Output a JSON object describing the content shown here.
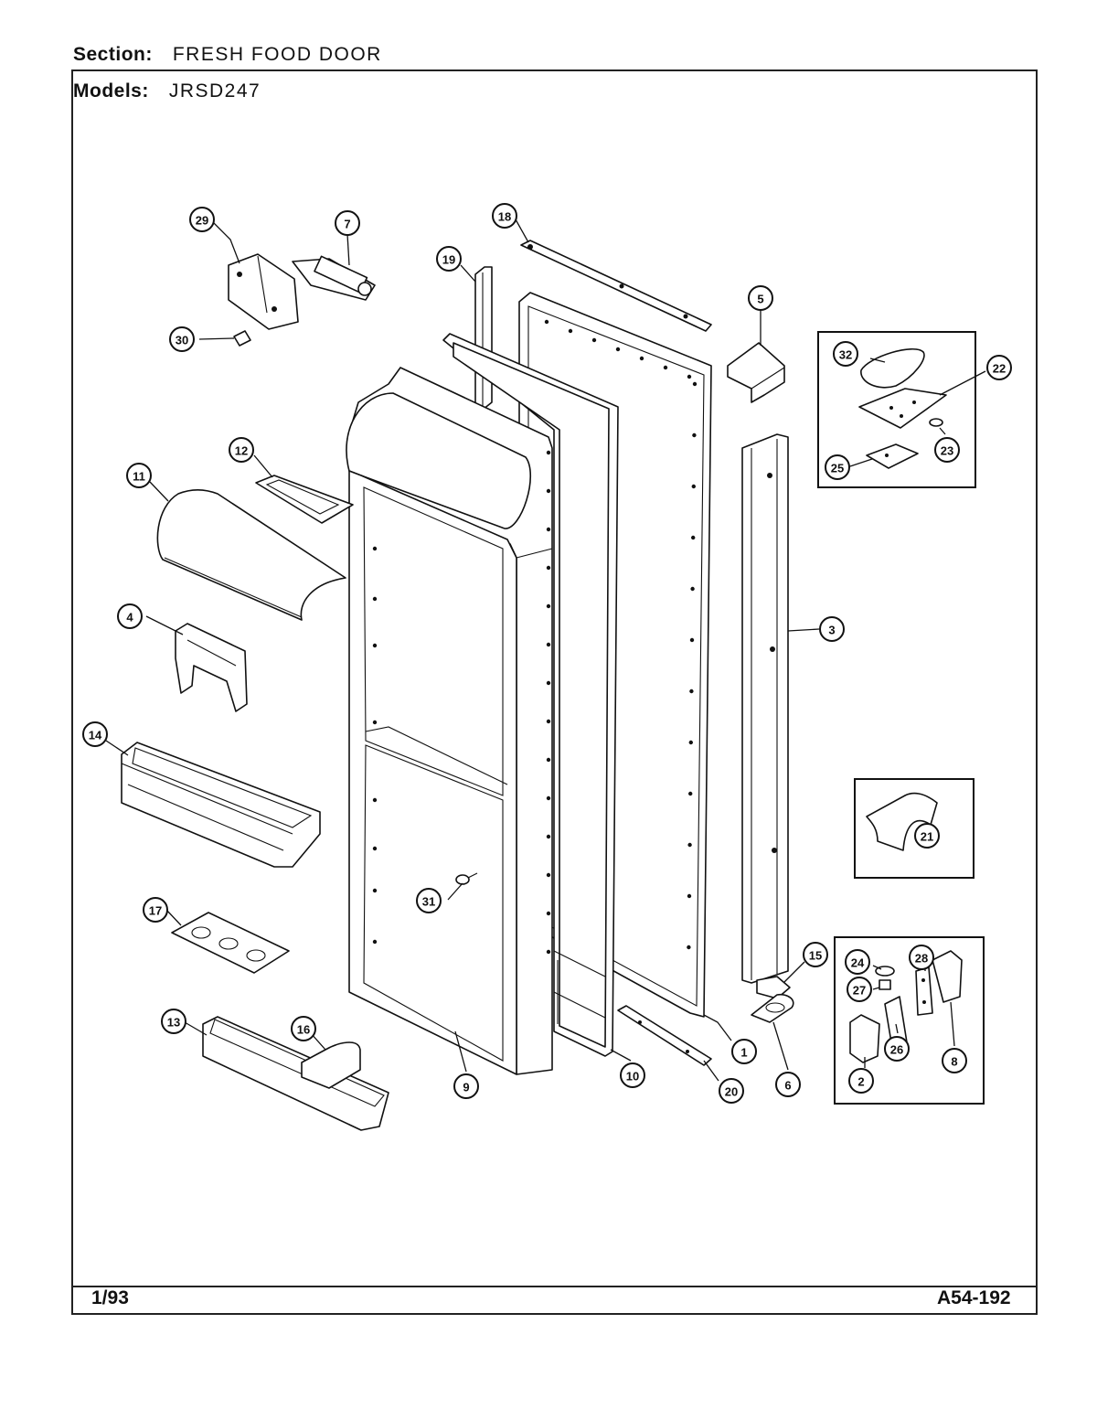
{
  "header": {
    "section_label": "Section:",
    "section_value": "FRESH FOOD DOOR",
    "models_label": "Models:",
    "models_value": "JRSD247"
  },
  "footer": {
    "date": "1/93",
    "code": "A54-192"
  },
  "callouts": [
    "1",
    "2",
    "3",
    "4",
    "5",
    "6",
    "7",
    "8",
    "9",
    "10",
    "11",
    "12",
    "13",
    "14",
    "15",
    "16",
    "17",
    "18",
    "19",
    "20",
    "21",
    "22",
    "23",
    "24",
    "25",
    "26",
    "27",
    "28",
    "29",
    "30",
    "31",
    "32"
  ]
}
